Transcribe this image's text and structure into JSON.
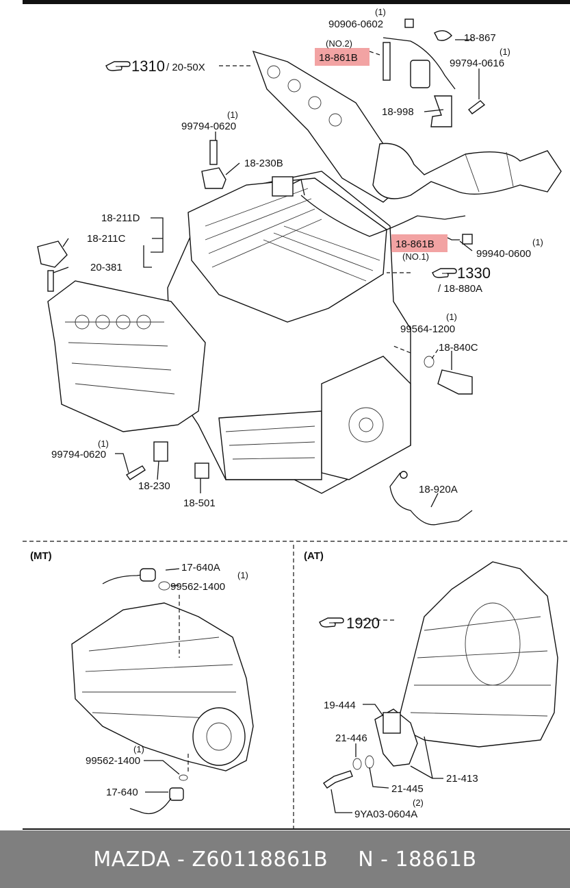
{
  "labels": {
    "p90906_0602": "90906-0602",
    "q90906_0602": "(1)",
    "p18_867": "18-867",
    "no2": "(NO.2)",
    "p18_861B_top": "18-861B",
    "p99794_0616": "99794-0616",
    "q99794_0616": "(1)",
    "p1310": "1310",
    "p1310_sub": "/ 20-50X",
    "p18_998": "18-998",
    "p99794_0620_top": "99794-0620",
    "q99794_0620_top": "(1)",
    "p18_230B": "18-230B",
    "p18_211D": "18-211D",
    "p18_211C": "18-211C",
    "p20_381": "20-381",
    "p18_861B_bot": "18-861B",
    "no1": "(NO.1)",
    "p99940_0600": "99940-0600",
    "q99940_0600": "(1)",
    "p1330": "1330",
    "p1330_sub": "/ 18-880A",
    "p99564_1200": "99564-1200",
    "q99564_1200": "(1)",
    "p18_840C": "18-840C",
    "p99794_0620_bot": "99794-0620",
    "q99794_0620_bot": "(1)",
    "p18_230": "18-230",
    "p18_501": "18-501",
    "p18_920A": "18-920A"
  },
  "mt": {
    "section": "(MT)",
    "p17_640A": "17-640A",
    "p99562_1400_top": "99562-1400",
    "q99562_1400_top": "(1)",
    "p99562_1400_bot": "99562-1400",
    "q99562_1400_bot": "(1)",
    "p17_640": "17-640"
  },
  "at": {
    "section": "(AT)",
    "p1920": "1920",
    "p19_444": "19-444",
    "p21_446": "21-446",
    "p21_445": "21-445",
    "p21_413": "21-413",
    "p9YA03_0604A": "9YA03-0604A",
    "q9YA03_0604A": "(2)"
  },
  "footer": {
    "left": "MAZDA - Z60118861B",
    "right": "N - 18861B"
  },
  "colors": {
    "highlight": "#f2a3a3",
    "footer_bg": "#7f7f7f",
    "footer_text": "#ffffff",
    "line": "#111111"
  },
  "icons": [
    "pointing-hand-icon"
  ]
}
